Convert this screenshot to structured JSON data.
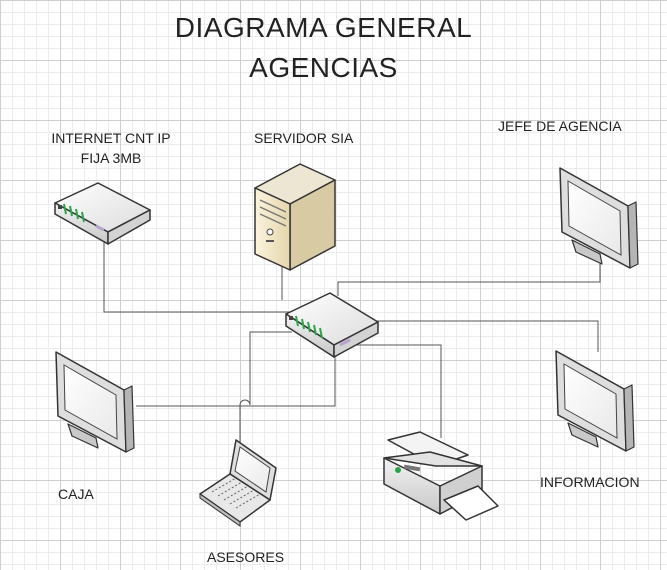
{
  "title": {
    "line1": "DIAGRAMA GENERAL",
    "line2": "AGENCIAS"
  },
  "labels": {
    "internet_line1": "INTERNET CNT IP",
    "internet_line2": "FIJA 3MB",
    "servidor": "SERVIDOR SIA",
    "jefe": "JEFE DE AGENCIA",
    "caja": "CAJA",
    "asesores": "ASESORES",
    "informacion": "INFORMACION"
  }
}
